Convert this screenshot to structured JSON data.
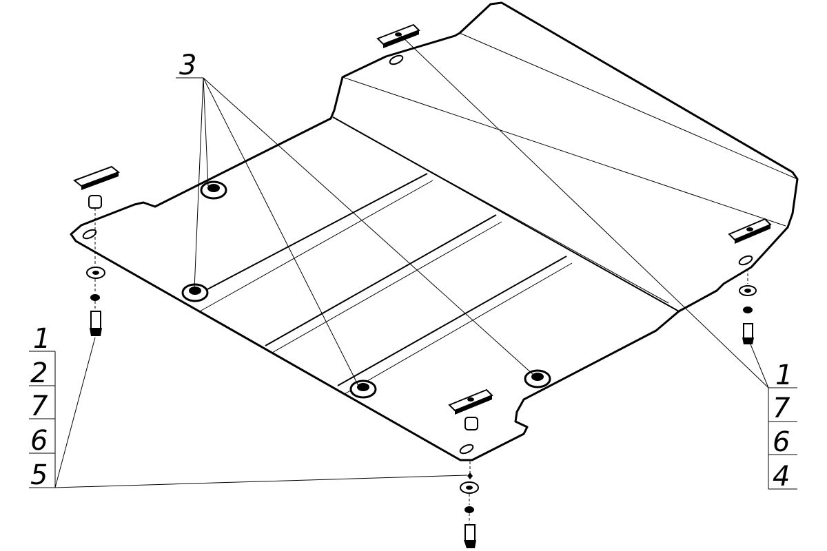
{
  "callouts": {
    "top": [
      "3"
    ],
    "left": [
      "1",
      "2",
      "7",
      "6",
      "5"
    ],
    "right": [
      "1",
      "7",
      "6",
      "4"
    ]
  },
  "colors": {
    "line": "#000000",
    "background": "#ffffff",
    "part_fill": "#000000"
  }
}
